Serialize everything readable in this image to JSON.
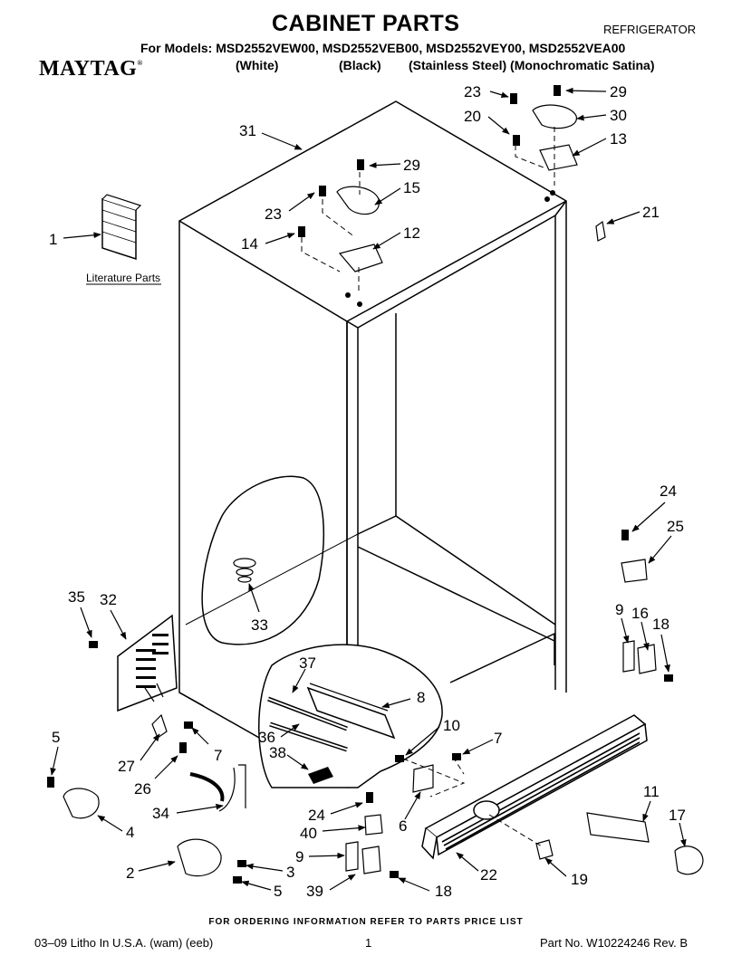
{
  "header": {
    "title": "CABINET PARTS",
    "category": "REFRIGERATOR",
    "models_line": "For Models: MSD2552VEW00, MSD2552VEB00, MSD2552VEY00, MSD2552VEA00",
    "variants": [
      "(White)",
      "(Black)",
      "(Stainless Steel) (Monochromatic Satina)"
    ],
    "brand": "MAYTAG",
    "brand_mark": "®"
  },
  "literature_label": "Literature Parts",
  "callouts": [
    {
      "id": "c31",
      "label": "31"
    },
    {
      "id": "c23a",
      "label": "23"
    },
    {
      "id": "c29a",
      "label": "29"
    },
    {
      "id": "c20",
      "label": "20"
    },
    {
      "id": "c30",
      "label": "30"
    },
    {
      "id": "c13",
      "label": "13"
    },
    {
      "id": "c29b",
      "label": "29"
    },
    {
      "id": "c15",
      "label": "15"
    },
    {
      "id": "c23b",
      "label": "23"
    },
    {
      "id": "c12",
      "label": "12"
    },
    {
      "id": "c14",
      "label": "14"
    },
    {
      "id": "c21",
      "label": "21"
    },
    {
      "id": "c1",
      "label": "1"
    },
    {
      "id": "c24a",
      "label": "24"
    },
    {
      "id": "c25",
      "label": "25"
    },
    {
      "id": "c35",
      "label": "35"
    },
    {
      "id": "c32",
      "label": "32"
    },
    {
      "id": "c33",
      "label": "33"
    },
    {
      "id": "c9a",
      "label": "9"
    },
    {
      "id": "c16",
      "label": "16"
    },
    {
      "id": "c18a",
      "label": "18"
    },
    {
      "id": "c37",
      "label": "37"
    },
    {
      "id": "c8",
      "label": "8"
    },
    {
      "id": "c5a",
      "label": "5"
    },
    {
      "id": "c27",
      "label": "27"
    },
    {
      "id": "c7a",
      "label": "7"
    },
    {
      "id": "c36",
      "label": "36"
    },
    {
      "id": "c10",
      "label": "10"
    },
    {
      "id": "c7b",
      "label": "7"
    },
    {
      "id": "c38",
      "label": "38"
    },
    {
      "id": "c26",
      "label": "26"
    },
    {
      "id": "c34",
      "label": "34"
    },
    {
      "id": "c4",
      "label": "4"
    },
    {
      "id": "c24b",
      "label": "24"
    },
    {
      "id": "c6",
      "label": "6"
    },
    {
      "id": "c11",
      "label": "11"
    },
    {
      "id": "c17",
      "label": "17"
    },
    {
      "id": "c40",
      "label": "40"
    },
    {
      "id": "c9b",
      "label": "9"
    },
    {
      "id": "c2",
      "label": "2"
    },
    {
      "id": "c3",
      "label": "3"
    },
    {
      "id": "c22",
      "label": "22"
    },
    {
      "id": "c19",
      "label": "19"
    },
    {
      "id": "c5b",
      "label": "5"
    },
    {
      "id": "c39",
      "label": "39"
    },
    {
      "id": "c18b",
      "label": "18"
    }
  ],
  "footer": {
    "order_note": "FOR ORDERING INFORMATION REFER TO PARTS PRICE LIST",
    "litho": "03–09 Litho In U.S.A. (wam) (eeb)",
    "page": "1",
    "part_no": "Part No. W10224246 Rev. B"
  }
}
